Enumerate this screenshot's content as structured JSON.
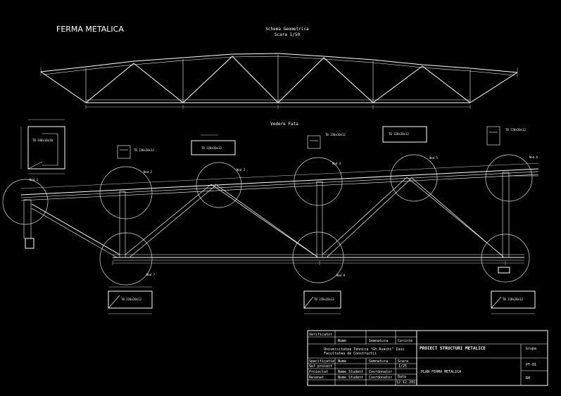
{
  "drawing": {
    "main_title": "FERMA METALICA",
    "schema_title": "Schema Geometrica",
    "schema_scale": "Scara 1/50",
    "detail_title": "Vedere Fata",
    "node_labels": [
      "Nod 1",
      "Nod 2",
      "Nod 3",
      "Nod 4",
      "Nod 5",
      "Nod 6",
      "Nod 7",
      "Nod 8"
    ],
    "section_labels": [
      "TB 340x10x10",
      "TB 220x20x12",
      "TB 220x20x12",
      "TB 330x10x12",
      "TB 220x20x12",
      "TB 220x20x12",
      "TB 220x20x12",
      "TB 220x20x12",
      "TB 220x20x12"
    ]
  },
  "title_block": {
    "header": [
      "Verificator",
      "Nume",
      "Semnatura",
      "Cerinte"
    ],
    "institution_line1": "Universitatea Tehnica \"Gh.Asachi\" Iasi",
    "institution_line2": "Facultatea de Constructii",
    "project": "PROIECT STRUCTURI METALICE",
    "group_label": "Grupa",
    "rows": [
      {
        "role": "Specificatie",
        "name": "Nume",
        "sign": "Semnatura"
      },
      {
        "role": "Sef proiect",
        "name": "",
        "sign": ""
      },
      {
        "role": "Proiectat",
        "name": "Name Student",
        "sign": "Coordonator"
      },
      {
        "role": "Desenat",
        "name": "Nume Student",
        "sign": "Coordonator"
      }
    ],
    "scale_label": "Scara",
    "scale_value": "1/25",
    "date_label": "Data",
    "date_value": "12.12.2011",
    "plan_title": "PLAN FERMA METALICA",
    "sheet_code": "PT-01",
    "sheet_no": "RH"
  }
}
